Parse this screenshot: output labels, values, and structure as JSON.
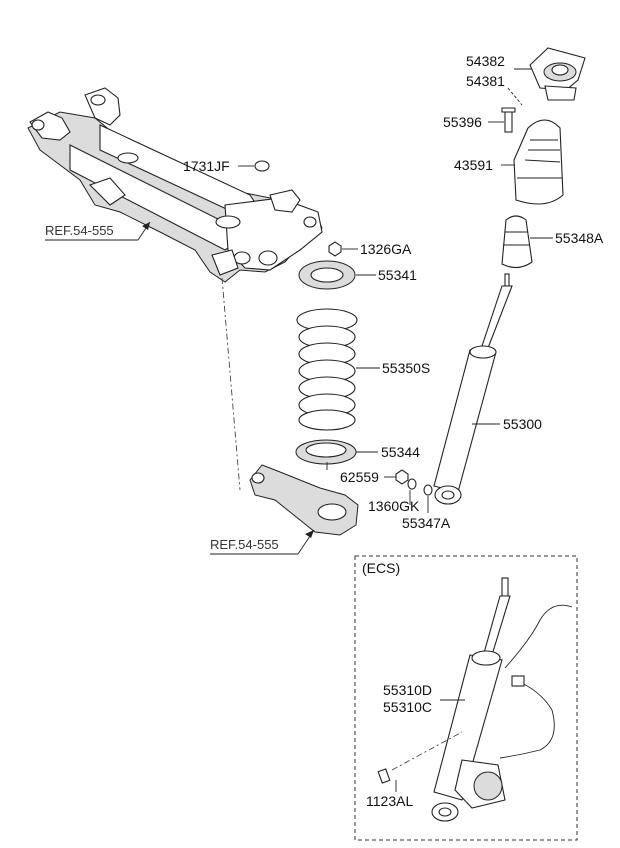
{
  "diagram": {
    "labels": {
      "p54382": "54382",
      "p54381": "54381",
      "p55396": "55396",
      "p43591": "43591",
      "p55348A": "55348A",
      "p1731JF": "1731JF",
      "p1326GA": "1326GA",
      "p55341": "55341",
      "p55350S": "55350S",
      "p55300": "55300",
      "p55344": "55344",
      "p62559": "62559",
      "p1360GK": "1360GK",
      "p55347A": "55347A",
      "ref_top": "REF.54-555",
      "ref_bottom": "REF.54-555",
      "ecs_title": "(ECS)",
      "p55310D": "55310D",
      "p55310C": "55310C",
      "p1123AL": "1123AL"
    }
  }
}
